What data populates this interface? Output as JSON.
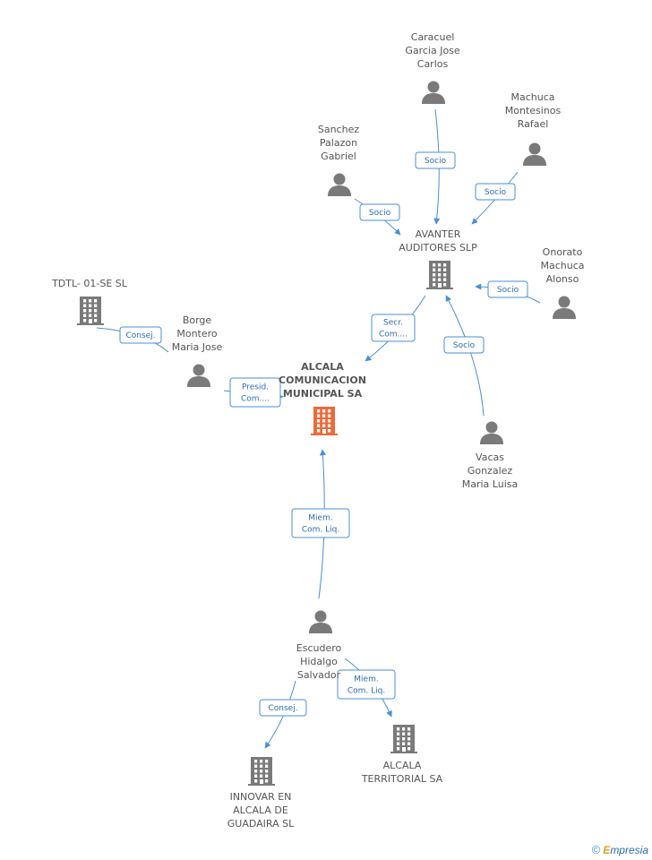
{
  "nodes": {
    "alcala_comunicacion": {
      "type": "company-main",
      "lines": [
        "ALCALA",
        "COMUNICACION",
        "MUNICIPAL SA"
      ]
    },
    "avanter": {
      "type": "company",
      "lines": [
        "AVANTER",
        "AUDITORES SLP"
      ]
    },
    "tdtl": {
      "type": "company",
      "lines": [
        "TDTL- 01-SE SL"
      ]
    },
    "alcala_territorial": {
      "type": "company",
      "lines": [
        "ALCALA",
        "TERRITORIAL SA"
      ]
    },
    "innovar": {
      "type": "company",
      "lines": [
        "INNOVAR EN",
        "ALCALA DE",
        "GUADAIRA SL"
      ]
    },
    "caracuel": {
      "type": "person",
      "lines": [
        "Caracuel",
        "Garcia Jose",
        "Carlos"
      ]
    },
    "machuca": {
      "type": "person",
      "lines": [
        "Machuca",
        "Montesinos",
        "Rafael"
      ]
    },
    "sanchez": {
      "type": "person",
      "lines": [
        "Sanchez",
        "Palazon",
        "Gabriel"
      ]
    },
    "onorato": {
      "type": "person",
      "lines": [
        "Onorato",
        "Machuca",
        "Alonso"
      ]
    },
    "borge": {
      "type": "person",
      "lines": [
        "Borge",
        "Montero",
        "Maria Jose"
      ]
    },
    "vacas": {
      "type": "person",
      "lines": [
        "Vacas",
        "Gonzalez",
        "Maria Luisa"
      ]
    },
    "escudero": {
      "type": "person",
      "lines": [
        "Escudero",
        "Hidalgo",
        "Salvador"
      ]
    }
  },
  "edges": {
    "caracuel_avanter": {
      "lines": [
        "Socio"
      ]
    },
    "machuca_avanter": {
      "lines": [
        "Socio"
      ]
    },
    "sanchez_avanter": {
      "lines": [
        "Socio"
      ]
    },
    "onorato_avanter": {
      "lines": [
        "Socio"
      ]
    },
    "vacas_avanter": {
      "lines": [
        "Socio"
      ]
    },
    "avanter_alcala": {
      "lines": [
        "Secr.",
        "Com...."
      ]
    },
    "borge_tdtl": {
      "lines": [
        "Consej."
      ]
    },
    "borge_alcala": {
      "lines": [
        "Presid.",
        "Com...."
      ]
    },
    "escudero_alcala": {
      "lines": [
        "Miem.",
        "Com. Liq."
      ]
    },
    "escudero_territorial": {
      "lines": [
        "Miem.",
        "Com. Liq."
      ]
    },
    "escudero_innovar": {
      "lines": [
        "Consej."
      ]
    }
  },
  "footer": {
    "copyright": "©",
    "brand_initial": "E",
    "brand_rest": "mpresia"
  },
  "colors": {
    "edge": "#4a8fd8",
    "icon": "#7a7a7a",
    "main_company": "#ee6a38",
    "label": "#555555"
  }
}
